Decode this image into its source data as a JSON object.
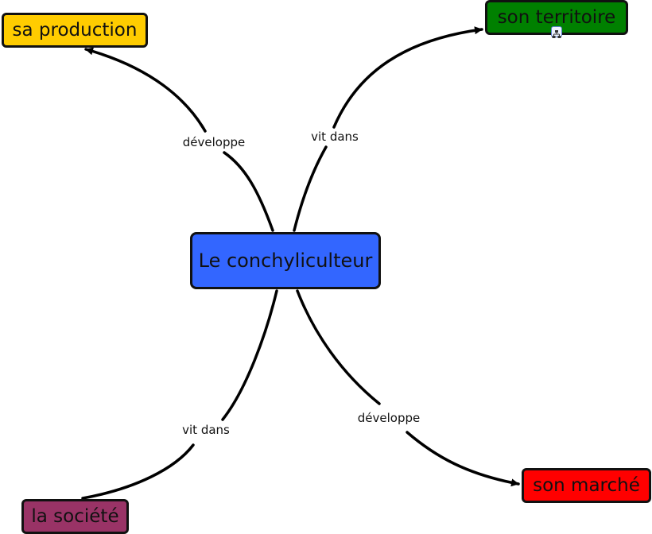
{
  "colors": {
    "center": "#3366ff",
    "production": "#ffcc00",
    "territoire": "#008000",
    "societe": "#993366",
    "marche": "#ff0000",
    "line": "#000000"
  },
  "nodes": {
    "center": "Le conchyliculteur",
    "production": "sa production",
    "territoire": "son territoire",
    "societe": "la société",
    "marche": "son marché"
  },
  "links": {
    "production": "développe",
    "territoire": "vit dans",
    "societe": "vit dans",
    "marche": "développe"
  },
  "icons": {
    "territoire_attachment": "concept-map-icon"
  }
}
